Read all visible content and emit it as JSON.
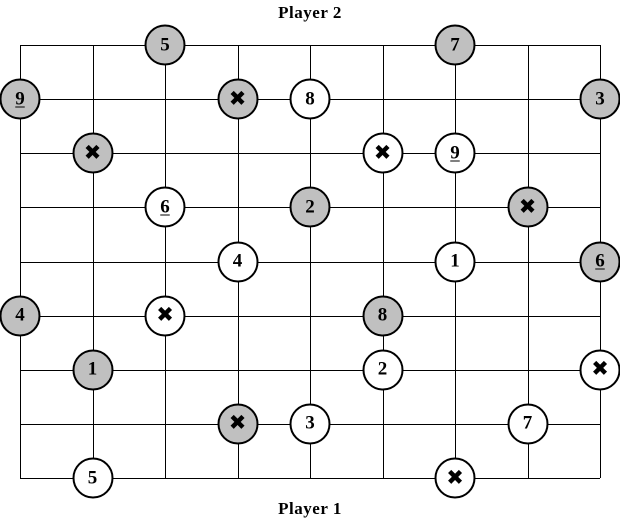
{
  "labels": {
    "player2": "Player 2",
    "player1": "Player 1"
  },
  "colors": {
    "background": "#ffffff",
    "grid_line": "#000000",
    "piece_border": "#000000",
    "gray_piece": "#c0c0c0",
    "white_piece": "#ffffff"
  },
  "icons": {
    "x_mark": "✖"
  },
  "board": {
    "cols": 9,
    "rows": 9,
    "pieces": [
      {
        "row": 0,
        "col": 2,
        "fill": "gray",
        "symbol": "5",
        "underline": false
      },
      {
        "row": 0,
        "col": 6,
        "fill": "gray",
        "symbol": "7",
        "underline": false
      },
      {
        "row": 1,
        "col": 0,
        "fill": "gray",
        "symbol": "9",
        "underline": true
      },
      {
        "row": 1,
        "col": 3,
        "fill": "gray",
        "symbol": "X",
        "underline": false
      },
      {
        "row": 1,
        "col": 4,
        "fill": "white",
        "symbol": "8",
        "underline": false
      },
      {
        "row": 1,
        "col": 8,
        "fill": "gray",
        "symbol": "3",
        "underline": false
      },
      {
        "row": 2,
        "col": 1,
        "fill": "gray",
        "symbol": "X",
        "underline": false
      },
      {
        "row": 2,
        "col": 5,
        "fill": "white",
        "symbol": "X",
        "underline": false
      },
      {
        "row": 2,
        "col": 6,
        "fill": "white",
        "symbol": "9",
        "underline": true
      },
      {
        "row": 3,
        "col": 2,
        "fill": "white",
        "symbol": "6",
        "underline": true
      },
      {
        "row": 3,
        "col": 4,
        "fill": "gray",
        "symbol": "2",
        "underline": false
      },
      {
        "row": 3,
        "col": 7,
        "fill": "gray",
        "symbol": "X",
        "underline": false
      },
      {
        "row": 4,
        "col": 3,
        "fill": "white",
        "symbol": "4",
        "underline": false
      },
      {
        "row": 4,
        "col": 6,
        "fill": "white",
        "symbol": "1",
        "underline": false
      },
      {
        "row": 4,
        "col": 8,
        "fill": "gray",
        "symbol": "6",
        "underline": true
      },
      {
        "row": 5,
        "col": 0,
        "fill": "gray",
        "symbol": "4",
        "underline": false
      },
      {
        "row": 5,
        "col": 2,
        "fill": "white",
        "symbol": "X",
        "underline": false
      },
      {
        "row": 5,
        "col": 5,
        "fill": "gray",
        "symbol": "8",
        "underline": false
      },
      {
        "row": 6,
        "col": 1,
        "fill": "gray",
        "symbol": "1",
        "underline": false
      },
      {
        "row": 6,
        "col": 5,
        "fill": "white",
        "symbol": "2",
        "underline": false
      },
      {
        "row": 6,
        "col": 8,
        "fill": "white",
        "symbol": "X",
        "underline": false
      },
      {
        "row": 7,
        "col": 3,
        "fill": "gray",
        "symbol": "X",
        "underline": false
      },
      {
        "row": 7,
        "col": 4,
        "fill": "white",
        "symbol": "3",
        "underline": false
      },
      {
        "row": 7,
        "col": 7,
        "fill": "white",
        "symbol": "7",
        "underline": false
      },
      {
        "row": 8,
        "col": 1,
        "fill": "white",
        "symbol": "5",
        "underline": false
      },
      {
        "row": 8,
        "col": 6,
        "fill": "white",
        "symbol": "X",
        "underline": false
      }
    ]
  }
}
